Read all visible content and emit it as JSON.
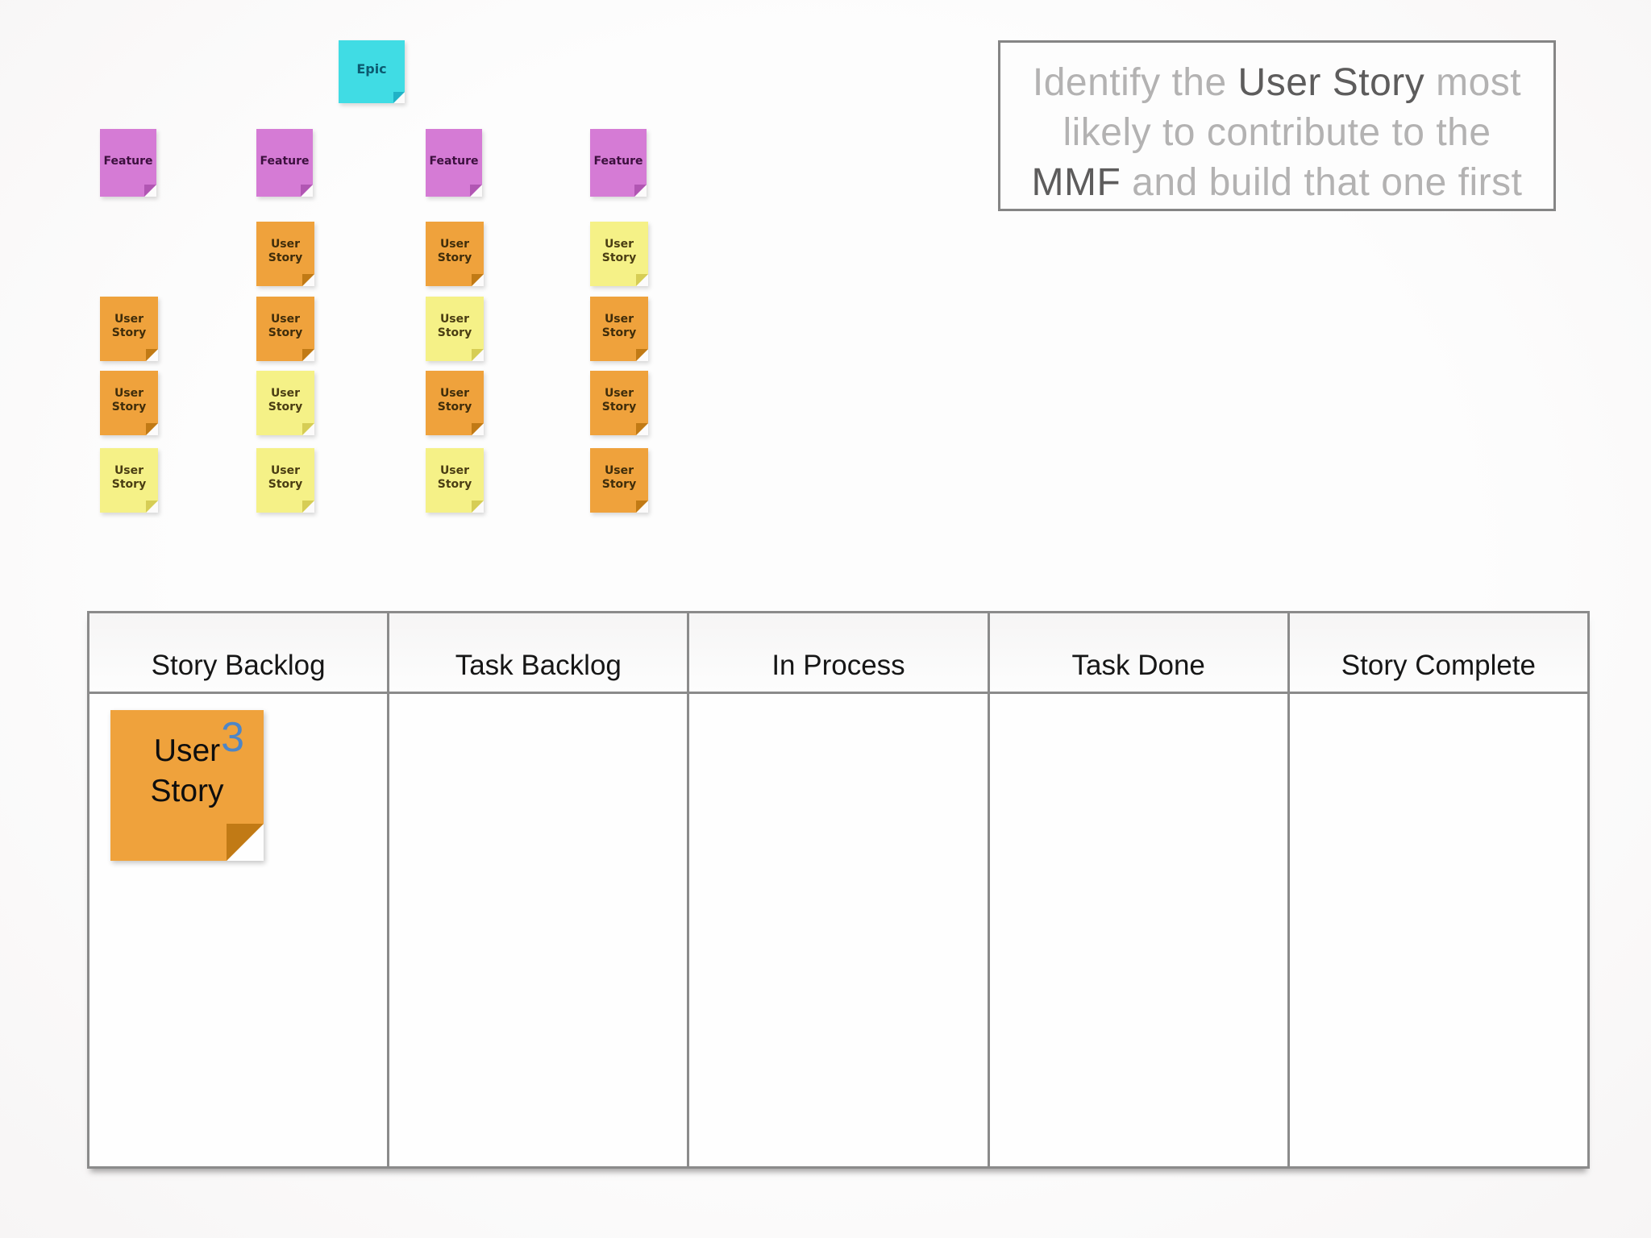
{
  "palette": {
    "cyan": {
      "bg": "#40dce4",
      "fold": "#21b2c6",
      "text": "#0c5a70"
    },
    "purple": {
      "bg": "#d57bd5",
      "fold": "#b156b3",
      "text": "#3c103e"
    },
    "orange": {
      "bg": "#efa23c",
      "fold": "#c17a15",
      "text": "#3f2d0b"
    },
    "yellow": {
      "bg": "#f5f187",
      "fold": "#d6cd55",
      "text": "#4a3d13"
    }
  },
  "story_map": {
    "epic": {
      "label": "Epic",
      "color": "cyan"
    },
    "features": [
      {
        "label": "Feature",
        "color": "purple"
      },
      {
        "label": "Feature",
        "color": "purple"
      },
      {
        "label": "Feature",
        "color": "purple"
      },
      {
        "label": "Feature",
        "color": "purple"
      }
    ],
    "story_label": "User Story",
    "stories": [
      {
        "col": 1,
        "row": 0,
        "color": "orange"
      },
      {
        "col": 2,
        "row": 0,
        "color": "orange"
      },
      {
        "col": 3,
        "row": 0,
        "color": "yellow"
      },
      {
        "col": 0,
        "row": 1,
        "color": "orange"
      },
      {
        "col": 1,
        "row": 1,
        "color": "orange"
      },
      {
        "col": 2,
        "row": 1,
        "color": "yellow"
      },
      {
        "col": 3,
        "row": 1,
        "color": "orange"
      },
      {
        "col": 0,
        "row": 2,
        "color": "orange"
      },
      {
        "col": 1,
        "row": 2,
        "color": "yellow"
      },
      {
        "col": 2,
        "row": 2,
        "color": "orange"
      },
      {
        "col": 3,
        "row": 2,
        "color": "orange"
      },
      {
        "col": 0,
        "row": 3,
        "color": "yellow"
      },
      {
        "col": 1,
        "row": 3,
        "color": "yellow"
      },
      {
        "col": 2,
        "row": 3,
        "color": "yellow"
      },
      {
        "col": 3,
        "row": 3,
        "color": "orange"
      }
    ]
  },
  "instruction_box": {
    "lines": [
      {
        "parts": [
          {
            "text": "Identify the ",
            "em": false
          },
          {
            "text": "User Story",
            "em": true
          },
          {
            "text": " most",
            "em": false
          }
        ]
      },
      {
        "parts": [
          {
            "text": "likely to contribute to the",
            "em": false
          }
        ]
      },
      {
        "parts": [
          {
            "text": "MMF",
            "em": true
          },
          {
            "text": " and build that one first",
            "em": false
          }
        ]
      }
    ],
    "text_colors": {
      "light": "#b3b2b2",
      "dark": "#5d5c5c"
    }
  },
  "kanban": {
    "columns": [
      "Story Backlog",
      "Task Backlog",
      "In Process",
      "Task Done",
      "Story Complete"
    ],
    "story_backlog_note": {
      "label": "User Story",
      "points": "3",
      "color": "orange"
    }
  }
}
